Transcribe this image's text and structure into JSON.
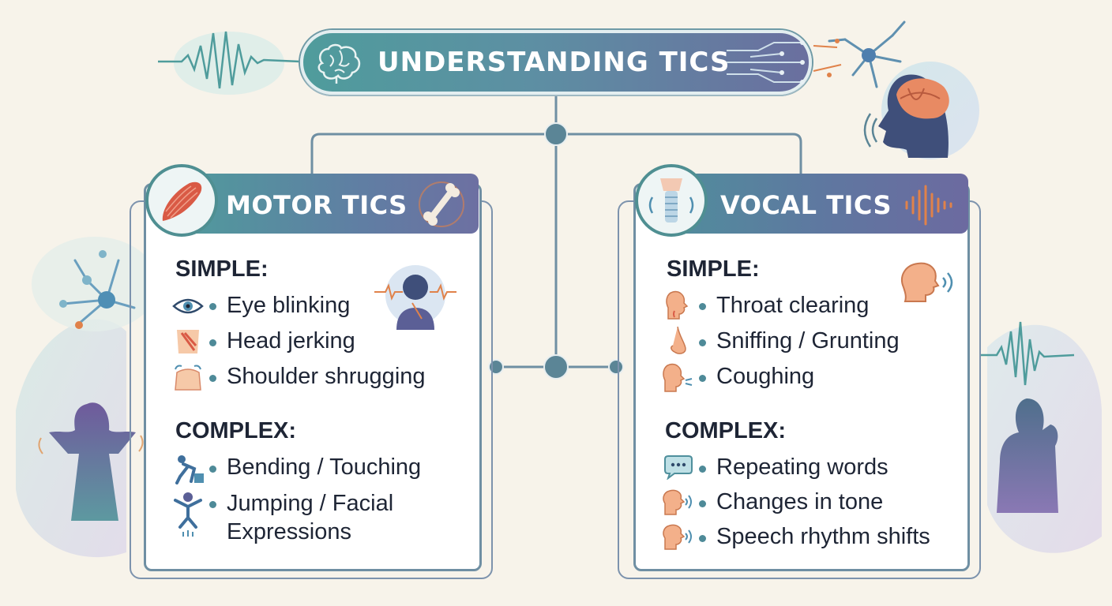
{
  "title": "UNDERSTANDING TICS",
  "motor": {
    "header": "MOTOR TICS",
    "simple_label": "SIMPLE:",
    "simple_items": [
      "Eye blinking",
      "Head jerking",
      "Shoulder shrugging"
    ],
    "complex_label": "COMPLEX:",
    "complex_items": [
      "Bending / Touching",
      "Jumping / Facial",
      "Expressions"
    ]
  },
  "vocal": {
    "header": "VOCAL TICS",
    "simple_label": "SIMPLE:",
    "simple_items": [
      "Throat clearing",
      "Sniffing / Grunting",
      "Coughing"
    ],
    "complex_label": "COMPLEX:",
    "complex_items": [
      "Repeating words",
      "Changes in tone",
      "Speech rhythm shifts"
    ]
  },
  "icons": {
    "title": "brain-icon",
    "motor_header": [
      "muscle-icon",
      "bone-icon"
    ],
    "vocal_header": [
      "throat-icon",
      "soundwave-icon"
    ],
    "motor_simple": [
      "eye-icon",
      "neck-icon",
      "shoulders-icon"
    ],
    "motor_complex": [
      "bending-figure-icon",
      "jumping-figure-icon"
    ],
    "vocal_simple": [
      "throat-clearing-icon",
      "nose-icon",
      "coughing-face-icon"
    ],
    "vocal_complex": [
      "speech-bubble-icon",
      "talking-head-icon",
      "talking-head-icon"
    ]
  },
  "colors": {
    "teal": "#4f9c9c",
    "purple": "#6a6f9f",
    "background": "#f7f3ea",
    "accent_orange": "#e0824a"
  }
}
